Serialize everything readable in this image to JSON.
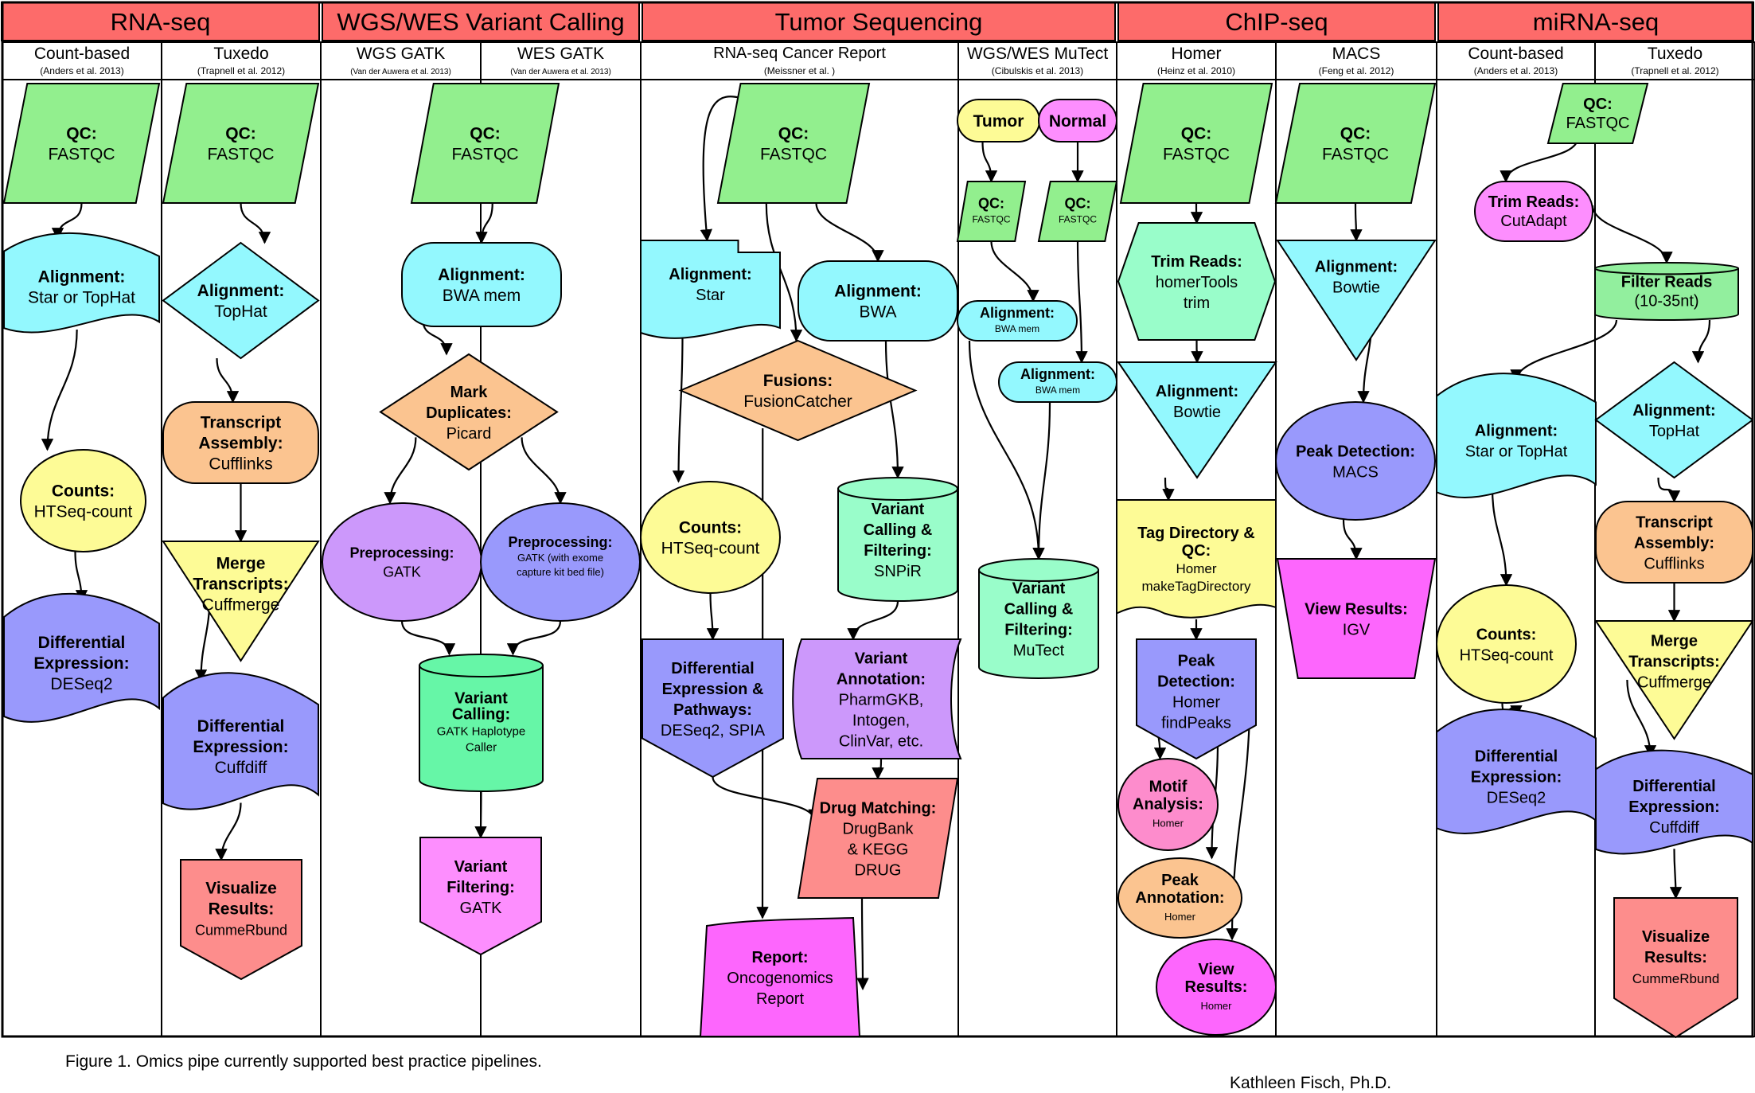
{
  "colors": {
    "banner": "#fd6b6a",
    "qc": "#92ef8e",
    "cyan": "#93f8fe",
    "yellow": "#fdfb96",
    "blue": "#9999fc",
    "orange": "#fbc490",
    "salmon": "#fd8d8c",
    "mint": "#99fdca",
    "green": "#66f6a7",
    "purple": "#cc98fb",
    "pink": "#fd8efe",
    "magenta": "#fd66fd",
    "rose": "#fd8ccc",
    "filter": "#92ef9e"
  },
  "sections": [
    {
      "title": "RNA-seq"
    },
    {
      "title": "WGS/WES Variant Calling"
    },
    {
      "title": "Tumor Sequencing"
    },
    {
      "title": "ChIP-seq"
    },
    {
      "title": "miRNA-seq"
    }
  ],
  "columns": [
    {
      "title": "Count-based",
      "ref": "(Anders et al. 2013)"
    },
    {
      "title": "Tuxedo",
      "ref": "(Trapnell et al. 2012)"
    },
    {
      "title": "WGS GATK",
      "ref": "(Van der Auwera et al. 2013)"
    },
    {
      "title": "WES GATK",
      "ref": "(Van der Auwera et al. 2013)"
    },
    {
      "title": "RNA-seq Cancer Report",
      "ref": "(Meissner et al. )"
    },
    {
      "title": "WGS/WES MuTect",
      "ref": "(Cibulskis et al. 2013)"
    },
    {
      "title": "Homer",
      "ref": "(Heinz et al. 2010)"
    },
    {
      "title": "MACS",
      "ref": "(Feng et al. 2012)"
    },
    {
      "title": "Count-based",
      "ref": "(Anders et al. 2013)"
    },
    {
      "title": "Tuxedo",
      "ref": "(Trapnell et al. 2012)"
    }
  ],
  "nodes": {
    "r1_qc": {
      "title": "QC:",
      "lines": [
        "FASTQC"
      ]
    },
    "r1_aln": {
      "title": "Alignment:",
      "lines": [
        "Star or TopHat"
      ]
    },
    "r1_cnt": {
      "title": "Counts:",
      "lines": [
        "HTSeq-count"
      ]
    },
    "r1_de": {
      "title": "Differential Expression:",
      "lines": [
        "DESeq2"
      ]
    },
    "r2_qc": {
      "title": "QC:",
      "lines": [
        "FASTQC"
      ]
    },
    "r2_aln": {
      "title": "Alignment:",
      "lines": [
        "TopHat"
      ]
    },
    "r2_ta": {
      "title": "Transcript Assembly:",
      "lines": [
        "Cufflinks"
      ]
    },
    "r2_mt": {
      "title": "Merge Transcripts:",
      "lines": [
        "Cuffmerge"
      ]
    },
    "r2_de": {
      "title": "Differential Expression:",
      "lines": [
        "Cuffdiff"
      ]
    },
    "r2_vis": {
      "title": "Visualize Results:",
      "lines": [
        "CummeRbund"
      ]
    },
    "w_qc": {
      "title": "QC:",
      "lines": [
        "FASTQC"
      ]
    },
    "w_aln": {
      "title": "Alignment:",
      "lines": [
        "BWA mem"
      ]
    },
    "w_md": {
      "title": "Mark Duplicates:",
      "lines": [
        "Picard"
      ]
    },
    "w_pp1": {
      "title": "Preprocessing:",
      "lines": [
        "GATK"
      ]
    },
    "w_pp2": {
      "title": "Preprocessing:",
      "lines": [
        "GATK (with exome",
        "capture kit bed file)"
      ]
    },
    "w_vc": {
      "title": "Variant Calling:",
      "lines": [
        "GATK Haplotype",
        "Caller"
      ]
    },
    "w_vf": {
      "title": "Variant Filtering:",
      "lines": [
        "GATK"
      ]
    },
    "t_qc": {
      "title": "QC:",
      "lines": [
        "FASTQC"
      ]
    },
    "t_alns": {
      "title": "Alignment:",
      "lines": [
        "Star"
      ]
    },
    "t_alnb": {
      "title": "Alignment:",
      "lines": [
        "BWA"
      ]
    },
    "t_fus": {
      "title": "Fusions:",
      "lines": [
        "FusionCatcher"
      ]
    },
    "t_cnt": {
      "title": "Counts:",
      "lines": [
        "HTSeq-count"
      ]
    },
    "t_vcf": {
      "title": "Variant Calling & Filtering:",
      "lines": [
        "SNPiR"
      ]
    },
    "t_dep": {
      "title": "Differential Expression & Pathways:",
      "lines": [
        "DESeq2, SPIA"
      ]
    },
    "t_va": {
      "title": "Variant Annotation:",
      "lines": [
        "PharmGKB,",
        "Intogen,",
        "ClinVar, etc."
      ]
    },
    "t_dm": {
      "title": "Drug Matching:",
      "lines": [
        "DrugBank",
        "& KEGG",
        "DRUG"
      ]
    },
    "t_rep": {
      "title": "Report:",
      "lines": [
        "Oncogenomics",
        "Report"
      ]
    },
    "m_tum": {
      "title": "Tumor",
      "lines": []
    },
    "m_nor": {
      "title": "Normal",
      "lines": []
    },
    "m_qc1": {
      "title": "QC:",
      "lines": [
        "FASTQC"
      ]
    },
    "m_qc2": {
      "title": "QC:",
      "lines": [
        "FASTQC"
      ]
    },
    "m_aln1": {
      "title": "Alignment:",
      "lines": [
        "BWA mem"
      ]
    },
    "m_aln2": {
      "title": "Alignment:",
      "lines": [
        "BWA mem"
      ]
    },
    "m_vcf": {
      "title": "Variant Calling & Filtering:",
      "lines": [
        "MuTect"
      ]
    },
    "h_qc": {
      "title": "QC:",
      "lines": [
        "FASTQC"
      ]
    },
    "h_trim": {
      "title": "Trim Reads:",
      "lines": [
        "homerTools",
        "trim"
      ]
    },
    "h_aln": {
      "title": "Alignment:",
      "lines": [
        "Bowtie"
      ]
    },
    "h_tag": {
      "title": "Tag Directory & QC:",
      "lines": [
        "Homer",
        "makeTagDirectory"
      ]
    },
    "h_peak": {
      "title": "Peak Detection:",
      "lines": [
        "Homer",
        "findPeaks"
      ]
    },
    "h_motif": {
      "title": "Motif Analysis:",
      "lines": [
        "Homer"
      ]
    },
    "h_ann": {
      "title": "Peak Annotation:",
      "lines": [
        "Homer"
      ]
    },
    "h_view": {
      "title": "View Results:",
      "lines": [
        "Homer"
      ]
    },
    "c_qc": {
      "title": "QC:",
      "lines": [
        "FASTQC"
      ]
    },
    "c_aln": {
      "title": "Alignment:",
      "lines": [
        "Bowtie"
      ]
    },
    "c_peak": {
      "title": "Peak Detection:",
      "lines": [
        "MACS"
      ]
    },
    "c_view": {
      "title": "View Results:",
      "lines": [
        "IGV"
      ]
    },
    "mi_qc": {
      "title": "QC:",
      "lines": [
        "FASTQC"
      ]
    },
    "mi_trim": {
      "title": "Trim Reads:",
      "lines": [
        "CutAdapt"
      ]
    },
    "mi_filt": {
      "title": "Filter Reads",
      "lines": [
        "(10-35nt)"
      ]
    },
    "mi_aln1": {
      "title": "Alignment:",
      "lines": [
        "Star or TopHat"
      ]
    },
    "mi_aln2": {
      "title": "Alignment:",
      "lines": [
        "TopHat"
      ]
    },
    "mi_cnt": {
      "title": "Counts:",
      "lines": [
        "HTSeq-count"
      ]
    },
    "mi_ta": {
      "title": "Transcript Assembly:",
      "lines": [
        "Cufflinks"
      ]
    },
    "mi_de1": {
      "title": "Differential Expression:",
      "lines": [
        "DESeq2"
      ]
    },
    "mi_mt": {
      "title": "Merge Transcripts:",
      "lines": [
        "Cuffmerge"
      ]
    },
    "mi_de2": {
      "title": "Differential Expression:",
      "lines": [
        "Cuffdiff"
      ]
    },
    "mi_vis": {
      "title": "Visualize Results:",
      "lines": [
        "CummeRbund"
      ]
    }
  },
  "caption": "Figure 1. Omics pipe currently supported best practice pipelines.",
  "author": "Kathleen Fisch, Ph.D."
}
